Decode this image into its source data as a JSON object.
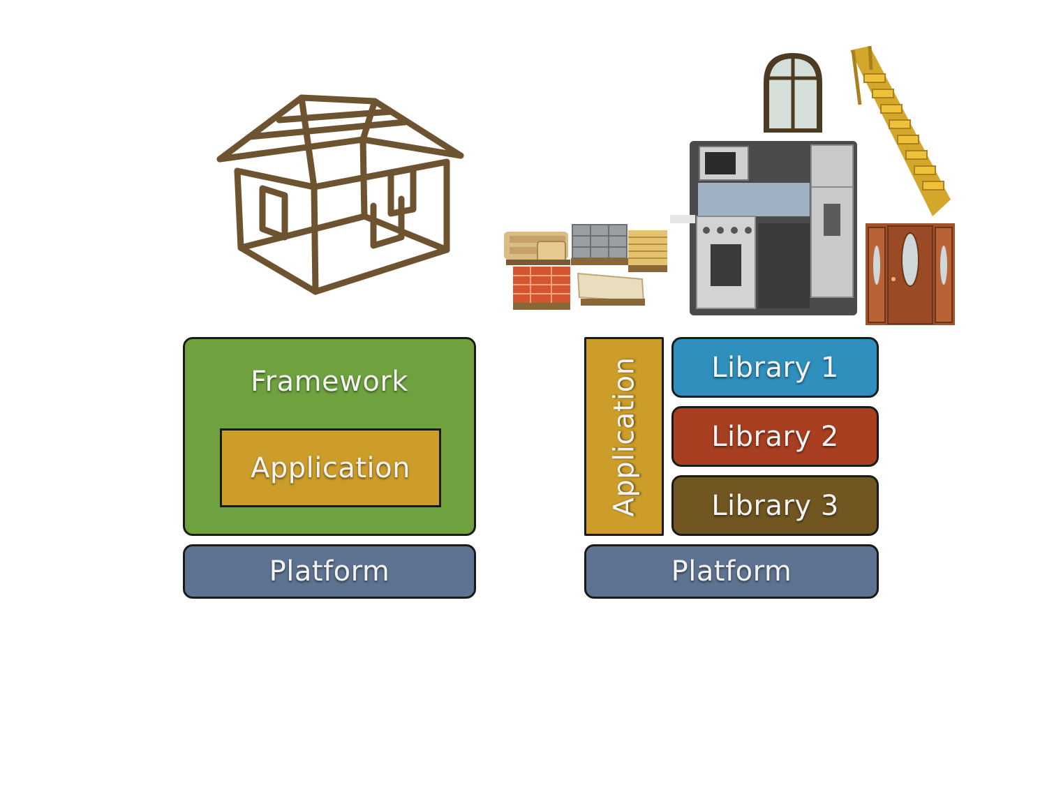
{
  "left_diagram": {
    "framework_label": "Framework",
    "application_label": "Application",
    "platform_label": "Platform"
  },
  "right_diagram": {
    "application_label": "Application",
    "libraries": [
      "Library 1",
      "Library 2",
      "Library 3"
    ],
    "platform_label": "Platform"
  },
  "colors": {
    "framework": "#6fa23f",
    "application": "#cc9d2a",
    "platform": "#5d7391",
    "library_1": "#2f8fbd",
    "library_2": "#a83f21",
    "library_3": "#715621",
    "wood_frame": "#6e5331",
    "stair_yellow": "#e6b52b",
    "door_wood": "#a0532c"
  },
  "illustrations": {
    "house_frame": "wooden-house-frame-icon",
    "building_materials": "building-materials-icon",
    "window": "arched-window-icon",
    "kitchen": "kitchen-unit-icon",
    "stairs": "wooden-staircase-icon",
    "door": "front-door-icon"
  }
}
